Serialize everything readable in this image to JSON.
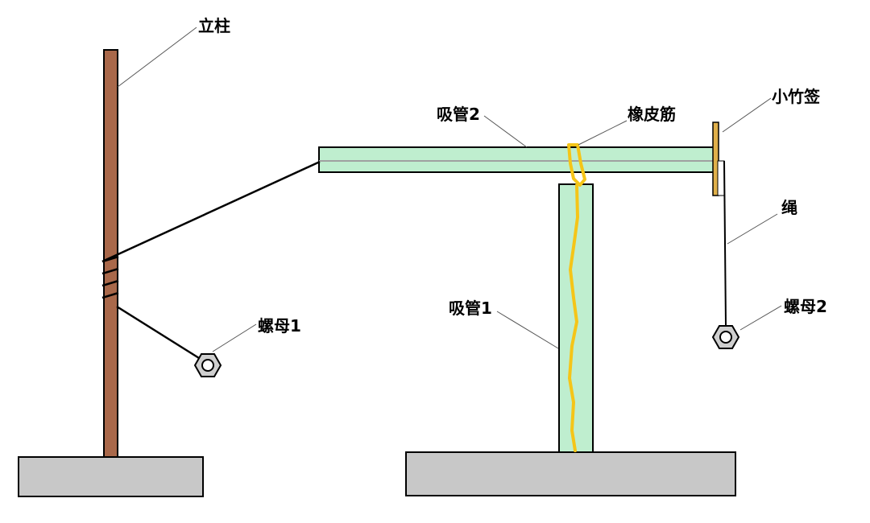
{
  "labels": {
    "post": "立柱",
    "straw2": "吸管2",
    "rubber_band": "橡皮筋",
    "bamboo_stick": "小竹签",
    "rope": "绳",
    "straw1": "吸管1",
    "nut1": "螺母1",
    "nut2": "螺母2"
  },
  "colors": {
    "post": "#a9684a",
    "straw": "#bfeecf",
    "rubber_band": "#f5c518",
    "bamboo_stick": "#e0b04a",
    "base": "#c8c8c8",
    "nut": "#cfcfcf"
  }
}
